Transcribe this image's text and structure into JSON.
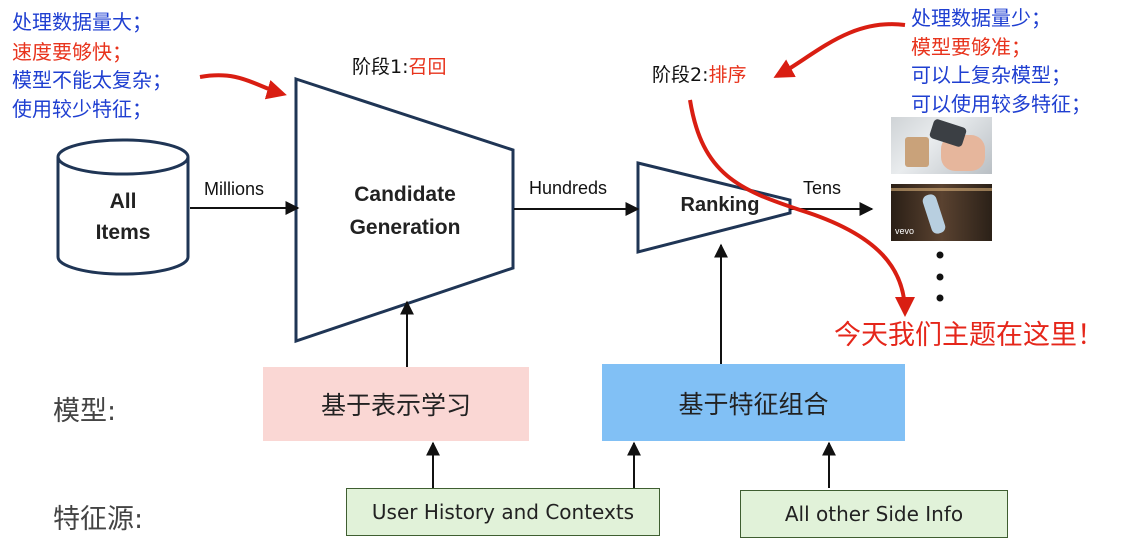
{
  "left_notes": {
    "line1": "处理数据量大；",
    "line2": "速度要够快；",
    "line3": "模型不能太复杂；",
    "line4": "使用较少特征；"
  },
  "right_notes": {
    "line1": "处理数据量少；",
    "line2": "模型要够准；",
    "line3": "可以上复杂模型；",
    "line4": "可以使用较多特征；"
  },
  "stage1": {
    "prefix": "阶段1:",
    "name": "召回"
  },
  "stage2": {
    "prefix": "阶段2:",
    "name": "排序"
  },
  "all_items": {
    "line1": "All",
    "line2": "Items"
  },
  "candidate": {
    "line1": "Candidate",
    "line2": "Generation"
  },
  "ranking": {
    "label": "Ranking"
  },
  "flows": {
    "millions": "Millions",
    "hundreds": "Hundreds",
    "tens": "Tens"
  },
  "thumbnails": {
    "vevo": "vevo"
  },
  "callout": "今天我们主题在这里！",
  "rows": {
    "model_label": "模型:",
    "feature_label": "特征源:"
  },
  "models": {
    "representation": "基于表示学习",
    "feature_combo": "基于特征组合"
  },
  "features": {
    "user_history": "User History and Contexts",
    "side_info": "All other Side Info"
  },
  "colors": {
    "note_blue": "#1f3fd1",
    "note_red": "#e8331c",
    "model_pink": "#fad7d4",
    "model_blue": "#81c0f5",
    "feature_green": "#e1f2d9",
    "shape_border": "#1f3555"
  }
}
